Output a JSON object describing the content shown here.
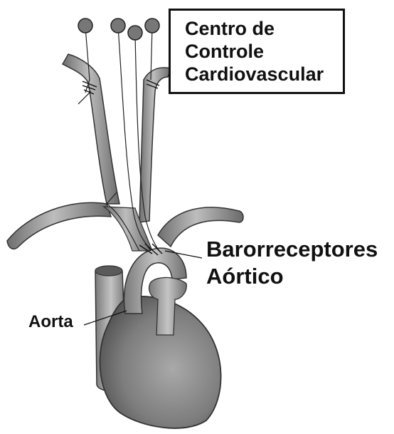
{
  "center_box": {
    "lines": [
      "Centro de",
      "Controle",
      "Cardiovascular"
    ]
  },
  "labels": {
    "baroreceptors_line1": "Barorreceptores",
    "baroreceptors_line2": "Aórtico",
    "aorta": "Aorta"
  },
  "colors": {
    "ink": "#111111",
    "node_fill": "#777777",
    "vessel_fill": "#9a9a9a",
    "heart_fill": "#8c8c8c"
  }
}
